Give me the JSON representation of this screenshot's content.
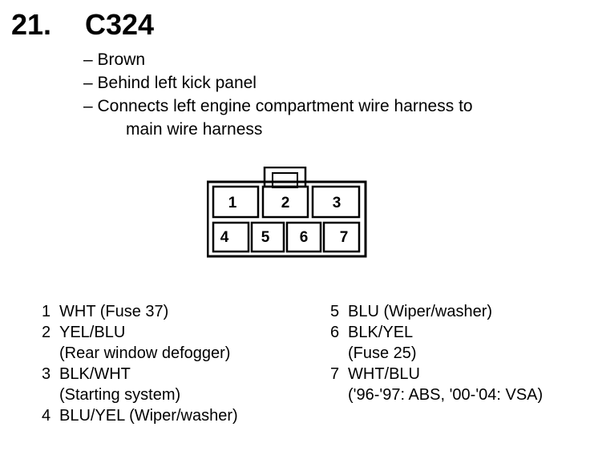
{
  "header": {
    "number": "21.",
    "connector_id": "C324"
  },
  "notes": [
    "– Brown",
    "– Behind left kick panel",
    "– Connects left engine compartment wire harness to"
  ],
  "notes_continuation": "main wire harness",
  "connector": {
    "pins_top": [
      "1",
      "2",
      "3"
    ],
    "pins_bottom": [
      "4",
      "5",
      "6",
      "7"
    ]
  },
  "pin_list_left": [
    {
      "num": "1",
      "lines": [
        "WHT (Fuse 37)"
      ]
    },
    {
      "num": "2",
      "lines": [
        "YEL/BLU",
        "(Rear window defogger)"
      ]
    },
    {
      "num": "3",
      "lines": [
        "BLK/WHT",
        "(Starting system)"
      ]
    },
    {
      "num": "4",
      "lines": [
        "BLU/YEL (Wiper/washer)"
      ]
    }
  ],
  "pin_list_right": [
    {
      "num": "5",
      "lines": [
        "BLU (Wiper/washer)"
      ]
    },
    {
      "num": "6",
      "lines": [
        "BLK/YEL",
        "(Fuse 25)"
      ]
    },
    {
      "num": "7",
      "lines": [
        "WHT/BLU",
        "('96-'97: ABS, '00-'04: VSA)"
      ]
    }
  ]
}
